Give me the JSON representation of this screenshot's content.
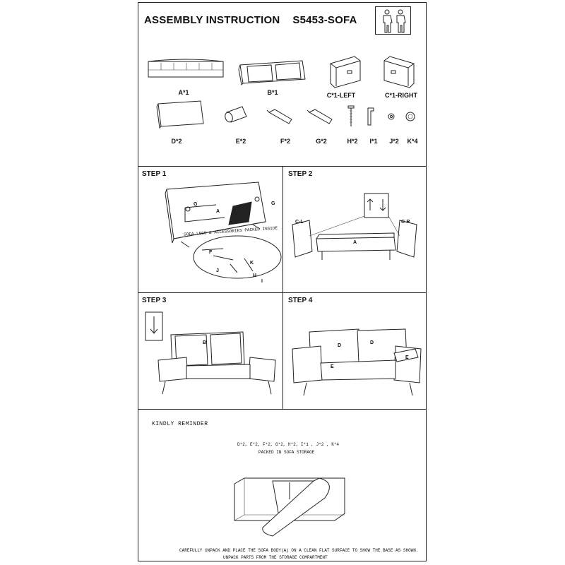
{
  "header": {
    "title": "ASSEMBLY INSTRUCTION",
    "model": "S5453-SOFA"
  },
  "parts": [
    {
      "id": "A",
      "label": "A*1"
    },
    {
      "id": "B",
      "label": "B*1"
    },
    {
      "id": "C-left",
      "label": "C*1-LEFT"
    },
    {
      "id": "C-right",
      "label": "C*1-RIGHT"
    },
    {
      "id": "D",
      "label": "D*2"
    },
    {
      "id": "E",
      "label": "E*2"
    },
    {
      "id": "F",
      "label": "F*2"
    },
    {
      "id": "G",
      "label": "G*2"
    },
    {
      "id": "H",
      "label": "H*2"
    },
    {
      "id": "I",
      "label": "I*1"
    },
    {
      "id": "J",
      "label": "J*2"
    },
    {
      "id": "K",
      "label": "K*4"
    }
  ],
  "steps": [
    {
      "title": "STEP 1",
      "note": "SOFA LEGS & ACCESSORIES PACKED INSIDE",
      "callouts": [
        "G",
        "A",
        "G",
        "F",
        "K",
        "J",
        "H",
        "I"
      ]
    },
    {
      "title": "STEP 2",
      "callouts": [
        "C-L",
        "C-R",
        "A"
      ]
    },
    {
      "title": "STEP 3",
      "callouts": [
        "B"
      ]
    },
    {
      "title": "STEP 4",
      "callouts": [
        "D",
        "D",
        "E",
        "E"
      ]
    }
  ],
  "reminder": {
    "title": "KINDLY REMINDER",
    "parts_line": "D*2, E*2, F*2, G*2, H*2, I*1 , J*2 , K*4",
    "packed_line": "PACKED IN SOFA STORAGE",
    "instruction_1": "CAREFULLY UNPACK AND PLACE THE SOFA BODY(A) ON A CLEAN FLAT SURFACE TO SHOW THE BASE AS SHOWN.",
    "instruction_2": "UNPACK PARTS FROM THE STORAGE COMPARTMENT"
  }
}
